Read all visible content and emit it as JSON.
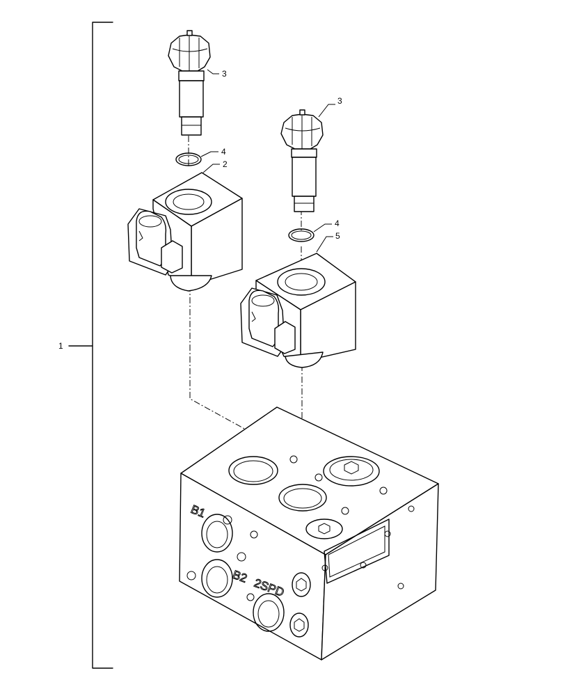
{
  "callouts": {
    "assembly": "1",
    "coil_upper": "2",
    "cartridge_upper": "3",
    "oring_upper": "4",
    "cartridge_lower": "3",
    "oring_lower": "4",
    "coil_lower": "5"
  },
  "block_markings": {
    "port_b1": "B1",
    "port_b2": "B2",
    "port_2spd": "2SPD"
  }
}
